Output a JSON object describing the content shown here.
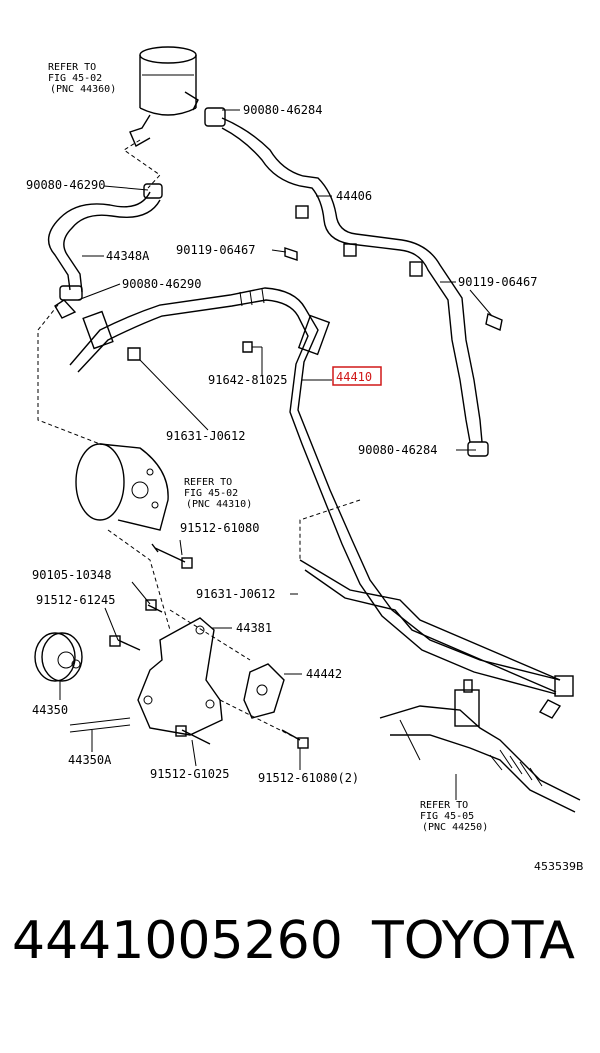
{
  "labels": {
    "refer_4502_top": [
      "REFER TO",
      "FIG 45-02",
      "(PNC 44360)"
    ],
    "p90080_46284_top": "90080-46284",
    "p90080_46290_a": "90080-46290",
    "p44406": "44406",
    "p44348a": "44348A",
    "p90119_06467_a": "90119-06467",
    "p90119_06467_b": "90119-06467",
    "p90080_46290_b": "90080-46290",
    "p91642_81025": "91642-81025",
    "p44410": "44410",
    "p91631_j0612_a": "91631-J0612",
    "p90080_46284_b": "90080-46284",
    "refer_4502_mid": [
      "REFER TO",
      "FIG 45-02",
      "(PNC 44310)"
    ],
    "p91512_61080": "91512-61080",
    "p90105_10348": "90105-10348",
    "p91631_j0612_b": "91631-J0612",
    "p91512_61245": "91512-61245",
    "p44381": "44381",
    "p44442": "44442",
    "p44350": "44350",
    "p44350a": "44350A",
    "p91512_g1025": "91512-G1025",
    "p91512_61080_2": "91512-61080(2)",
    "refer_4505": [
      "REFER TO",
      "FIG 45-05",
      "(PNC 44250)"
    ],
    "diagram_code": "453539B"
  },
  "highlight_color": "#d01818",
  "footer": {
    "part_number": "4441005260",
    "brand": "TOYOTA"
  }
}
